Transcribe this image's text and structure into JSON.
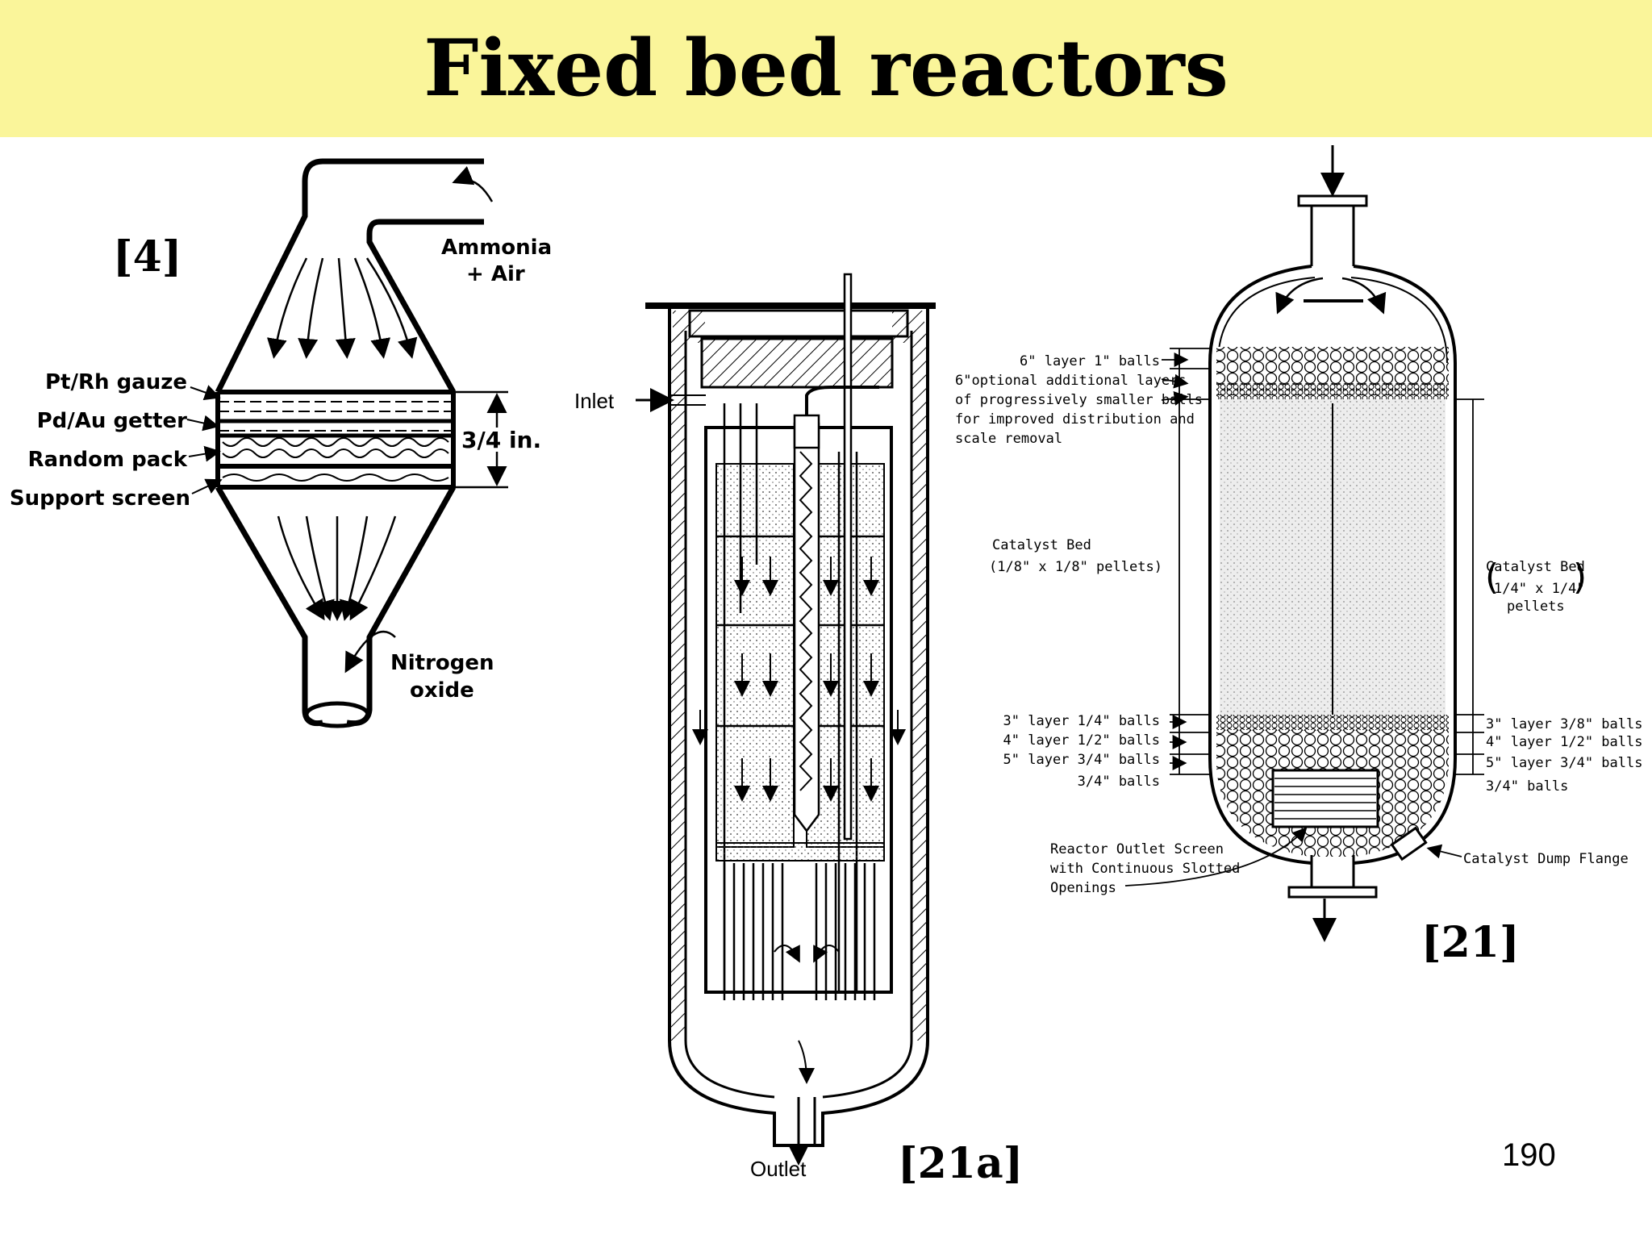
{
  "title": "Fixed bed reactors",
  "page_number": "190",
  "diagram_1": {
    "ref": "[4]",
    "labels": {
      "ammonia_air_1": "Ammonia",
      "ammonia_air_2": "+ Air",
      "gauze": "Pt/Rh gauze",
      "getter": "Pd/Au getter",
      "random_pack": "Random pack",
      "support_screen": "Support screen",
      "thickness": "3/4 in.",
      "nitrogen_oxide_1": "Nitrogen",
      "nitrogen_oxide_2": "oxide"
    }
  },
  "diagram_2": {
    "ref": "[21a]",
    "labels": {
      "inlet": "Inlet",
      "outlet": "Outlet"
    }
  },
  "diagram_3": {
    "ref": "[21]",
    "left_labels": {
      "top1": "6\" layer 1\" balls",
      "top2": "6\"optional additional layers",
      "top3": "of progressively smaller balls",
      "top4": "for improved distribution and",
      "top5": "scale removal",
      "bed1": "Catalyst Bed",
      "bed2": "(1/8\" x 1/8\" pellets)",
      "b1": "3\" layer 1/4\" balls",
      "b2": "4\" layer 1/2\" balls",
      "b3": "5\" layer 3/4\" balls",
      "b4": "3/4\" balls",
      "screen1": "Reactor Outlet Screen",
      "screen2": "with Continuous Slotted",
      "screen3": "Openings"
    },
    "right_labels": {
      "bed1": "Catalyst Bed",
      "bed2": "1/4\" x 1/4\"",
      "bed3": "pellets",
      "b1": "3\" layer 3/8\" balls",
      "b2": "4\" layer 1/2\" balls",
      "b3": "5\" layer 3/4\" balls",
      "b4": "3/4\" balls",
      "dump": "Catalyst Dump Flange"
    }
  }
}
